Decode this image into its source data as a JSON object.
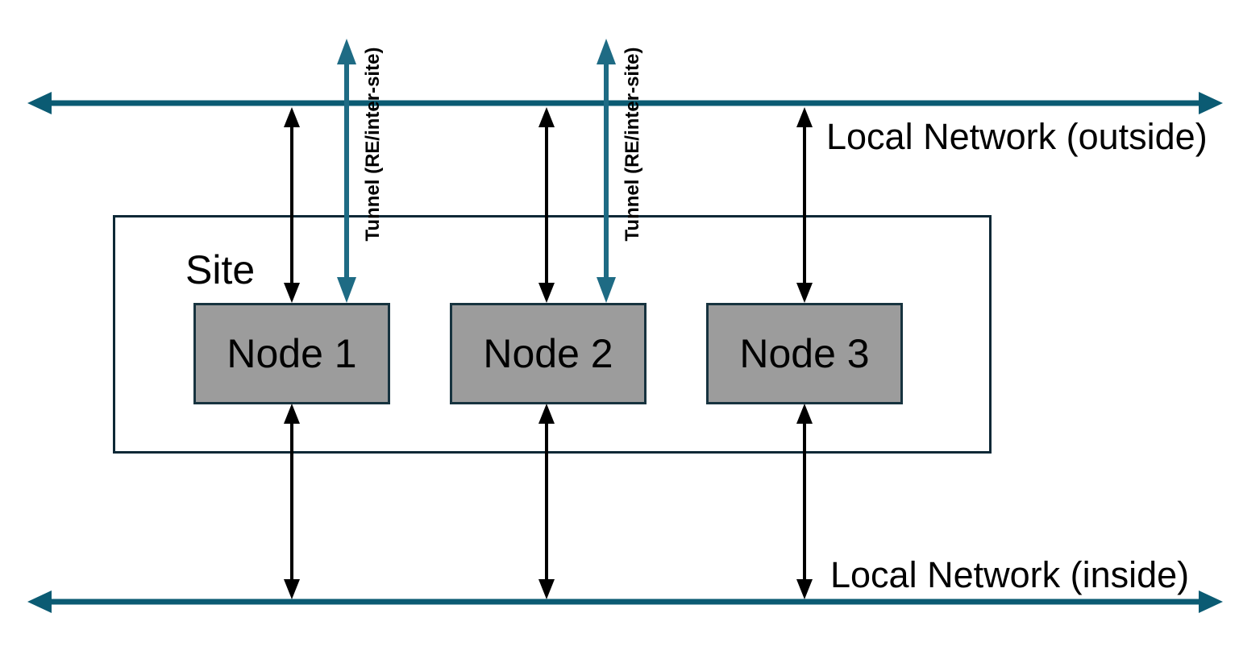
{
  "diagram": {
    "title_hint": "site network diagram",
    "site_label": "Site",
    "nodes": [
      {
        "label": "Node 1"
      },
      {
        "label": "Node 2"
      },
      {
        "label": "Node 3"
      }
    ],
    "networks": {
      "outside_label": "Local Network (outside)",
      "inside_label": "Local Network (inside)"
    },
    "tunnels": [
      {
        "label": "Tunnel (RE/inter-site)",
        "connects_to": "Node 1"
      },
      {
        "label": "Tunnel (RE/inter-site)",
        "connects_to": "Node 2"
      }
    ],
    "colors": {
      "background": "#FFFFFF",
      "network_line": "#0B5B73",
      "tunnel_arrow": "#1E6B84",
      "connector_arrow": "#000000",
      "node_fill": "#9C9C9C",
      "node_border": "#17333F",
      "site_border": "#0D2836",
      "text": "#000000"
    }
  }
}
